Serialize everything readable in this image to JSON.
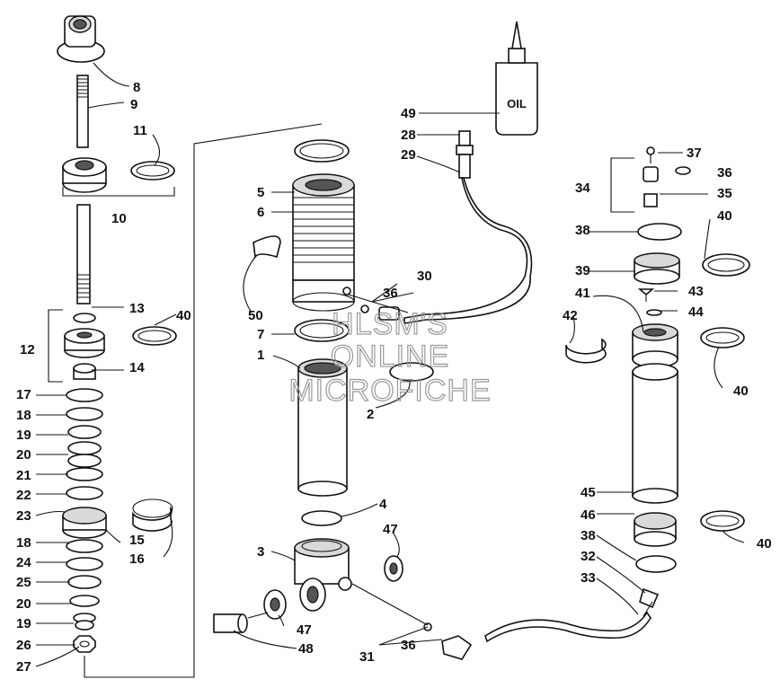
{
  "callouts": [
    {
      "id": "c8",
      "text": "8"
    },
    {
      "id": "c9",
      "text": "9"
    },
    {
      "id": "c11",
      "text": "11"
    },
    {
      "id": "c10",
      "text": "10"
    },
    {
      "id": "c13",
      "text": "13"
    },
    {
      "id": "c40a",
      "text": "40"
    },
    {
      "id": "c12",
      "text": "12"
    },
    {
      "id": "c14",
      "text": "14"
    },
    {
      "id": "c17",
      "text": "17"
    },
    {
      "id": "c18a",
      "text": "18"
    },
    {
      "id": "c19a",
      "text": "19"
    },
    {
      "id": "c20a",
      "text": "20"
    },
    {
      "id": "c21",
      "text": "21"
    },
    {
      "id": "c22",
      "text": "22"
    },
    {
      "id": "c23",
      "text": "23"
    },
    {
      "id": "c15",
      "text": "15"
    },
    {
      "id": "c16",
      "text": "16"
    },
    {
      "id": "c18b",
      "text": "18"
    },
    {
      "id": "c24",
      "text": "24"
    },
    {
      "id": "c25",
      "text": "25"
    },
    {
      "id": "c20b",
      "text": "20"
    },
    {
      "id": "c19b",
      "text": "19"
    },
    {
      "id": "c26",
      "text": "26"
    },
    {
      "id": "c27",
      "text": "27"
    },
    {
      "id": "c5",
      "text": "5"
    },
    {
      "id": "c6",
      "text": "6"
    },
    {
      "id": "c30",
      "text": "30"
    },
    {
      "id": "c36a",
      "text": "36"
    },
    {
      "id": "c50",
      "text": "50"
    },
    {
      "id": "c7",
      "text": "7"
    },
    {
      "id": "c1",
      "text": "1"
    },
    {
      "id": "c2",
      "text": "2"
    },
    {
      "id": "c4",
      "text": "4"
    },
    {
      "id": "c47a",
      "text": "47"
    },
    {
      "id": "c3",
      "text": "3"
    },
    {
      "id": "c47b",
      "text": "47"
    },
    {
      "id": "c48",
      "text": "48"
    },
    {
      "id": "c36b",
      "text": "36"
    },
    {
      "id": "c31",
      "text": "31"
    },
    {
      "id": "c49",
      "text": "49"
    },
    {
      "id": "c28",
      "text": "28"
    },
    {
      "id": "c29",
      "text": "29"
    },
    {
      "id": "c37",
      "text": "37"
    },
    {
      "id": "c36c",
      "text": "36"
    },
    {
      "id": "c34",
      "text": "34"
    },
    {
      "id": "c35",
      "text": "35"
    },
    {
      "id": "c38a",
      "text": "38"
    },
    {
      "id": "c40b",
      "text": "40"
    },
    {
      "id": "c39",
      "text": "39"
    },
    {
      "id": "c41",
      "text": "41"
    },
    {
      "id": "c43",
      "text": "43"
    },
    {
      "id": "c42",
      "text": "42"
    },
    {
      "id": "c44",
      "text": "44"
    },
    {
      "id": "c40c",
      "text": "40"
    },
    {
      "id": "c45",
      "text": "45"
    },
    {
      "id": "c46",
      "text": "46"
    },
    {
      "id": "c38b",
      "text": "38"
    },
    {
      "id": "c40d",
      "text": "40"
    },
    {
      "id": "c32",
      "text": "32"
    },
    {
      "id": "c33",
      "text": "33"
    }
  ],
  "bottle_label": "OIL",
  "watermark": [
    "HLSM'S",
    "ONLINE",
    "MICROFICHE"
  ]
}
